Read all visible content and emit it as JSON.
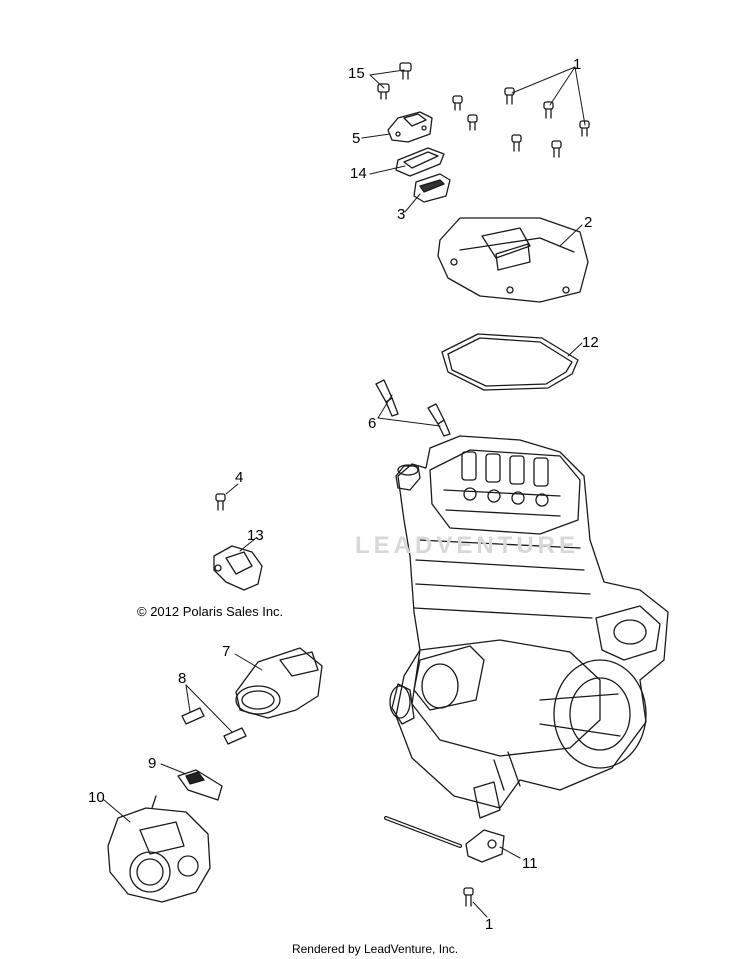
{
  "copyright": "© 2012 Polaris Sales Inc.",
  "rendered_by": "Rendered by LeadVenture, Inc.",
  "watermark": "LEADVENTURE",
  "callouts": [
    {
      "id": "c15",
      "label": "15"
    },
    {
      "id": "c1a",
      "label": "1"
    },
    {
      "id": "c5",
      "label": "5"
    },
    {
      "id": "c14",
      "label": "14"
    },
    {
      "id": "c3",
      "label": "3"
    },
    {
      "id": "c2",
      "label": "2"
    },
    {
      "id": "c12",
      "label": "12"
    },
    {
      "id": "c6",
      "label": "6"
    },
    {
      "id": "c4",
      "label": "4"
    },
    {
      "id": "c13",
      "label": "13"
    },
    {
      "id": "c7",
      "label": "7"
    },
    {
      "id": "c8",
      "label": "8"
    },
    {
      "id": "c9",
      "label": "9"
    },
    {
      "id": "c10",
      "label": "10"
    },
    {
      "id": "c11",
      "label": "11"
    },
    {
      "id": "c1b",
      "label": "1"
    }
  ]
}
